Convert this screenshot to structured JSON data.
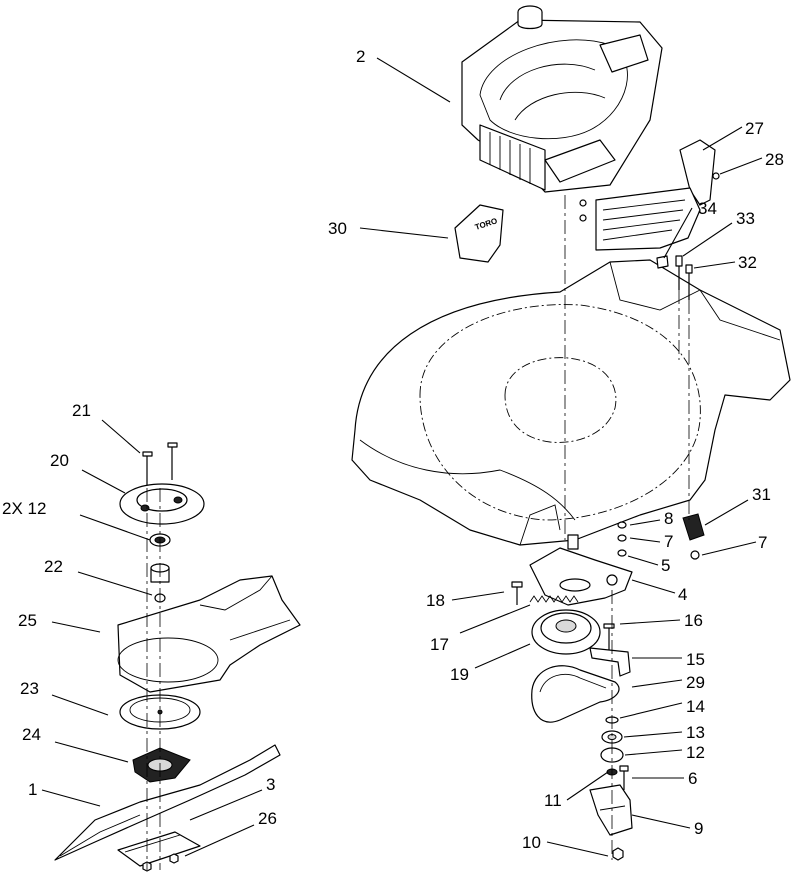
{
  "callouts": [
    {
      "id": "c2",
      "label": "2"
    },
    {
      "id": "c27",
      "label": "27"
    },
    {
      "id": "c28",
      "label": "28"
    },
    {
      "id": "c30",
      "label": "30"
    },
    {
      "id": "c34",
      "label": "34"
    },
    {
      "id": "c33",
      "label": "33"
    },
    {
      "id": "c32",
      "label": "32"
    },
    {
      "id": "c21",
      "label": "21"
    },
    {
      "id": "c20",
      "label": "20"
    },
    {
      "id": "c2x12",
      "label": "2X 12"
    },
    {
      "id": "c22",
      "label": "22"
    },
    {
      "id": "c25",
      "label": "25"
    },
    {
      "id": "c23",
      "label": "23"
    },
    {
      "id": "c24",
      "label": "24"
    },
    {
      "id": "c1",
      "label": "1"
    },
    {
      "id": "c3",
      "label": "3"
    },
    {
      "id": "c26",
      "label": "26"
    },
    {
      "id": "c8",
      "label": "8"
    },
    {
      "id": "c31",
      "label": "31"
    },
    {
      "id": "c7a",
      "label": "7"
    },
    {
      "id": "c7b",
      "label": "7"
    },
    {
      "id": "c5",
      "label": "5"
    },
    {
      "id": "c4",
      "label": "4"
    },
    {
      "id": "c18",
      "label": "18"
    },
    {
      "id": "c17",
      "label": "17"
    },
    {
      "id": "c16",
      "label": "16"
    },
    {
      "id": "c19",
      "label": "19"
    },
    {
      "id": "c15",
      "label": "15"
    },
    {
      "id": "c29",
      "label": "29"
    },
    {
      "id": "c14",
      "label": "14"
    },
    {
      "id": "c13",
      "label": "13"
    },
    {
      "id": "c12",
      "label": "12"
    },
    {
      "id": "c6",
      "label": "6"
    },
    {
      "id": "c11",
      "label": "11"
    },
    {
      "id": "c9",
      "label": "9"
    },
    {
      "id": "c10",
      "label": "10"
    }
  ],
  "decal_text": "TORO"
}
